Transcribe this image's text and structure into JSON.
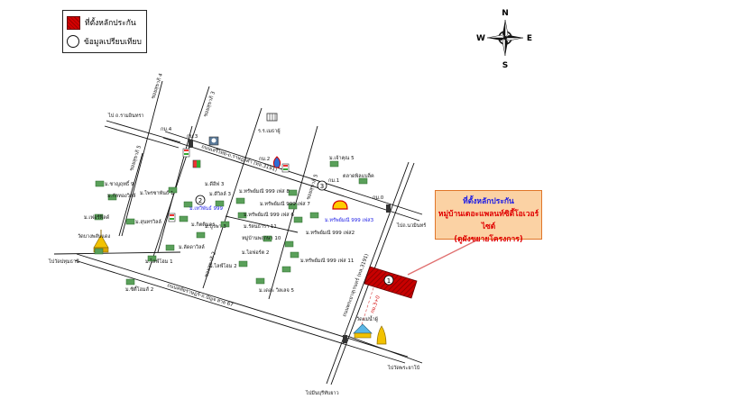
{
  "legend": {
    "site_label": "ที่ตั้งหลักประกัน",
    "compare_label": "ข้อมูลเปรียบเทียบ"
  },
  "compass": {
    "n": "N",
    "s": "S",
    "e": "E",
    "w": "W"
  },
  "callout": {
    "line1": "ที่ตั้งหลักประกัน",
    "line2": "หมู่บ้านเดอะแพลนท์ซิตี้โอเวอร์ไซด์",
    "line3": "(ดูผังขยายโครงการ)"
  },
  "roads": {
    "main_road": "ถนนเสรีไทย-ถ.ราษฎร์ค่ำ (ทล.3191)",
    "lower_road": "ถนนหทัยราษฎร์-ถ.ปัญจ สาย 67",
    "vertical_road": "ถนนพระยาสุเรนทร์ (ทล.3191)",
    "to_top": "ไป ถ.รามอินทรา",
    "to_left": "ไปวัดปทุมธานี",
    "to_right": "ไปถ.นวมินทร์",
    "to_bottom": "ไปมีนบุรีทับยาว",
    "to_bottom_right": "ไปวัดพระยาโบ้",
    "soi_1": "ซอยสุขาภิ 4",
    "soi_2": "ซอยสุขาภิ 3",
    "soi_3": "ซอยสุขาภิ 5",
    "soi_4": "ซอยสุขาภิ 2",
    "km_marker": "กม.3+0"
  },
  "landmarks": {
    "wat_left": "วัดบางพลับแดง",
    "wat_right": "วัดแม่น้ำผู้",
    "school": "ร.ร.เมธาผู้",
    "market": "ตลาดพิลแบล็ค"
  },
  "labels": [
    "หมู่บ้านพฤกษา 10",
    "ม.เทวีพันธ์ 999",
    "ม.ไพรซาพันธ์ 1",
    "ม.ทรัพย์มณี 999 เฟส 8",
    "ม.ทรัพย์มณี 999 เฟส 7",
    "ม.ทรัพย์มณี 999 เฟส 6",
    "ม.ทรัพย์มณี 999 เฟส3",
    "ม.ทรัพย์มณี 999 เฟส2",
    "ม.ทรัพย์มณี 999 เฟส 11",
    "ม.เดอะ วิลเลจ 5",
    "ม.ซิตี้โฮมส์ 2",
    "ม.เฟอร์ฟิลด์",
    "ม.กัลทองวิลล์",
    "ม.รัตนธารา 11",
    "ม.ดีวิลล์ 3",
    "ม.สุนทรวิลล์",
    "ม.กิตตินคร",
    "ม.ไอฟอร์ต 2",
    "ม.บูรพา 3",
    "ม.ดีอีฟ 3",
    "ม.ไลฟ์โฮม 1",
    "ม.ไลฟ์โฮม 2",
    "ม.ลัดดาวิลล์",
    "กม.4",
    "กม.3",
    "กม.2",
    "กม.1",
    "กม.0",
    "ม.เจ้าคุณ 5",
    "ม.ชาญฤทธิ์ 9"
  ],
  "site_marker_num": "1",
  "compare_marker_num": "3",
  "compare_marker_num_2": "2"
}
